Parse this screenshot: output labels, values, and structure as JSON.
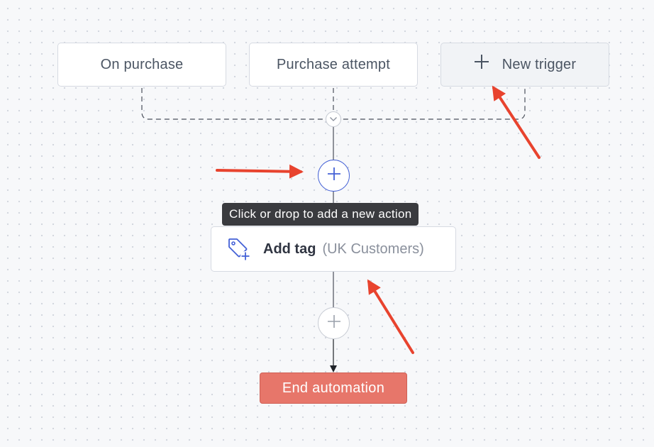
{
  "triggers": [
    {
      "label": "On purchase"
    },
    {
      "label": "Purchase attempt"
    }
  ],
  "new_trigger": {
    "label": "New trigger",
    "icon": "plus-icon"
  },
  "collapse_toggle": {
    "icon": "chevron-down-icon"
  },
  "add_action_button": {
    "icon": "plus-icon"
  },
  "tooltip": {
    "text": "Click or drop to add a new action"
  },
  "action": {
    "name": "Add tag",
    "detail": "(UK Customers)",
    "icon": "tag-plus-icon"
  },
  "end_automation": {
    "label": "End automation"
  },
  "colors": {
    "accent": "#4461d6",
    "end_button": "#e7766a",
    "annotation_arrow": "#e8432e",
    "tooltip_bg": "#3a3b3f"
  }
}
